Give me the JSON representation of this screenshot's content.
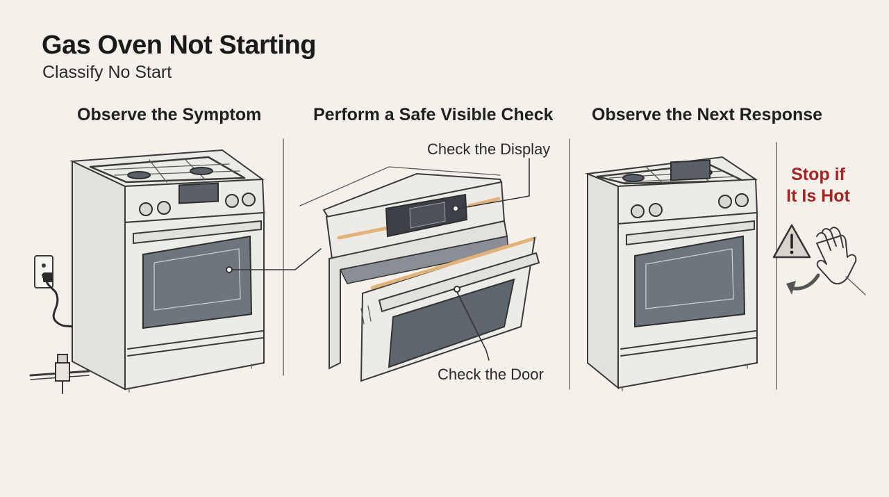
{
  "header": {
    "title": "Gas Oven Not Starting",
    "subtitle": "Classify No Start"
  },
  "panels": [
    {
      "heading": "Observe the Symptom"
    },
    {
      "heading": "Perform a Safe Visible Check"
    },
    {
      "heading": "Observe the Next Response"
    }
  ],
  "callouts": {
    "display": "Check the Display",
    "door": "Check the Door"
  },
  "warning": {
    "line1": "Stop if",
    "line2": "It Is Hot"
  },
  "icons": [
    "power-outlet-icon",
    "gas-valve-icon",
    "warning-triangle-icon",
    "hand-icon",
    "curved-arrow-icon"
  ],
  "colors": {
    "warning_text": "#a82323",
    "accent_strip": "#e1b27a",
    "background": "#f4f1ea"
  }
}
